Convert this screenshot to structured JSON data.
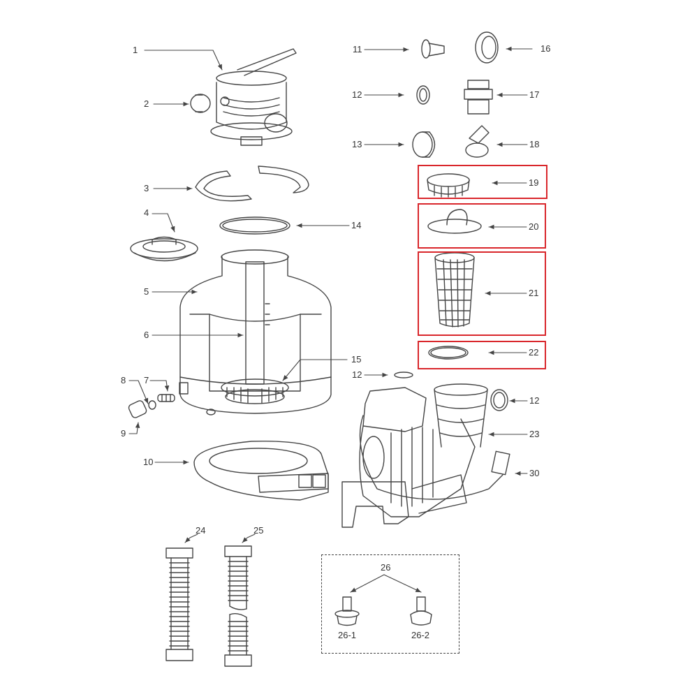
{
  "diagram": {
    "type": "exploded-parts-diagram",
    "subject": "sand filter pump assembly",
    "highlight_color": "#d9262b",
    "line_color": "#444444",
    "parts": [
      {
        "id": "1",
        "label": "1",
        "name": "multiport valve"
      },
      {
        "id": "2",
        "label": "2",
        "name": "valve port cap"
      },
      {
        "id": "3",
        "label": "3",
        "name": "tank clamp halves"
      },
      {
        "id": "4",
        "label": "4",
        "name": "tank lid / diffuser"
      },
      {
        "id": "5",
        "label": "5",
        "name": "filter tank"
      },
      {
        "id": "6",
        "label": "6",
        "name": "center pipe"
      },
      {
        "id": "7",
        "label": "7",
        "name": "drain plug"
      },
      {
        "id": "8",
        "label": "8",
        "name": "drain o-ring"
      },
      {
        "id": "9",
        "label": "9",
        "name": "drain cap"
      },
      {
        "id": "10",
        "label": "10",
        "name": "tank base"
      },
      {
        "id": "11",
        "label": "11",
        "name": "hose adapter"
      },
      {
        "id": "12",
        "label": "12",
        "name": "o-ring"
      },
      {
        "id": "13",
        "label": "13",
        "name": "plug cap"
      },
      {
        "id": "14",
        "label": "14",
        "name": "tank o-ring"
      },
      {
        "id": "15",
        "label": "15",
        "name": "laterals assembly"
      },
      {
        "id": "16",
        "label": "16",
        "name": "hose nut"
      },
      {
        "id": "17",
        "label": "17",
        "name": "connector"
      },
      {
        "id": "18",
        "label": "18",
        "name": "hose clamp"
      },
      {
        "id": "19",
        "label": "19",
        "name": "strainer lid ring",
        "highlighted": true
      },
      {
        "id": "20",
        "label": "20",
        "name": "strainer cover",
        "highlighted": true
      },
      {
        "id": "21",
        "label": "21",
        "name": "strainer basket",
        "highlighted": true
      },
      {
        "id": "22",
        "label": "22",
        "name": "strainer o-ring",
        "highlighted": true
      },
      {
        "id": "23",
        "label": "23",
        "name": "pump motor"
      },
      {
        "id": "24",
        "label": "24",
        "name": "hose short"
      },
      {
        "id": "25",
        "label": "25",
        "name": "hose long"
      },
      {
        "id": "26",
        "label": "26",
        "name": "plunger valve set"
      },
      {
        "id": "26-1",
        "label": "26-1",
        "name": "plunger valve variant 1"
      },
      {
        "id": "26-2",
        "label": "26-2",
        "name": "plunger valve variant 2"
      },
      {
        "id": "30",
        "label": "30",
        "name": "GFCI plug"
      }
    ],
    "labels": {
      "l1": "1",
      "l2": "2",
      "l3": "3",
      "l4": "4",
      "l5": "5",
      "l6": "6",
      "l7": "7",
      "l8": "8",
      "l9": "9",
      "l10": "10",
      "l11": "11",
      "l12a": "12",
      "l12b": "12",
      "l12c": "12",
      "l13": "13",
      "l14": "14",
      "l15": "15",
      "l16": "16",
      "l17": "17",
      "l18": "18",
      "l19": "19",
      "l20": "20",
      "l21": "21",
      "l22": "22",
      "l23": "23",
      "l24": "24",
      "l25": "25",
      "l26": "26",
      "l26_1": "26-1",
      "l26_2": "26-2",
      "l30": "30"
    }
  }
}
